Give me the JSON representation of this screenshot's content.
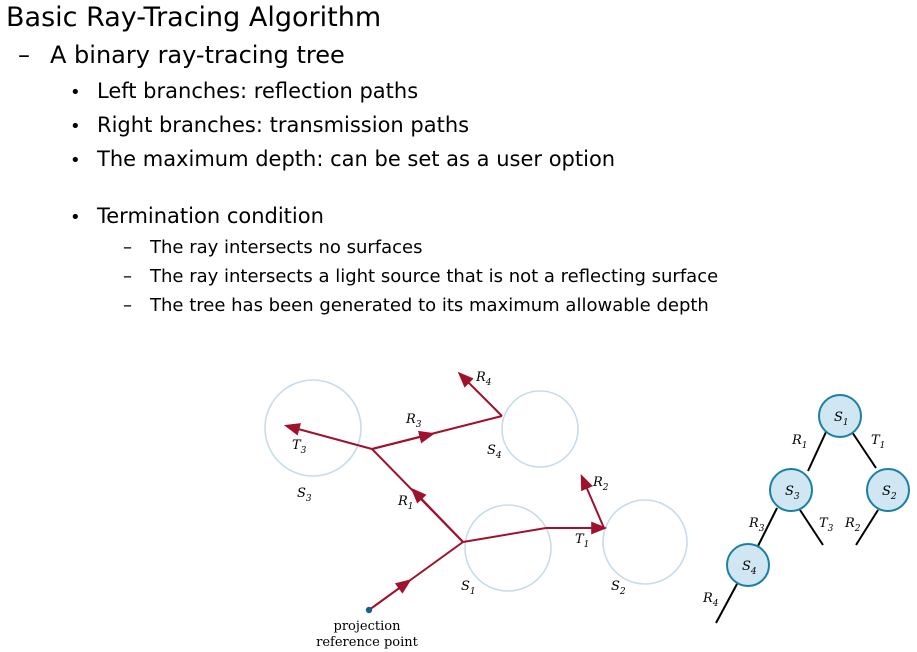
{
  "title": "Basic Ray-Tracing Algorithm",
  "level1": {
    "dash": "–",
    "text": "A binary ray-tracing tree"
  },
  "bullets": [
    "Left branches: reflection paths",
    "Right branches: transmission paths",
    "The maximum depth: can be set as a user option",
    "Termination condition"
  ],
  "sub_bullets": [
    "The ray intersects no surfaces",
    "The ray intersects a light source that is not a reflecting surface",
    "The tree has been generated to its maximum allowable depth"
  ],
  "colors": {
    "ray": "#a0112b",
    "sphere": "#c6dcea",
    "node_fill": "#d0e6f2",
    "node_stroke": "#1a7fa6"
  },
  "scene": {
    "projection_label_1": "projection",
    "projection_label_2": "reference point",
    "labels": {
      "R1": "R",
      "R1_sub": "1",
      "R2": "R",
      "R2_sub": "2",
      "R3": "R",
      "R3_sub": "3",
      "R4": "R",
      "R4_sub": "4",
      "T1": "T",
      "T1_sub": "1",
      "T3": "T",
      "T3_sub": "3",
      "S1": "S",
      "S1_sub": "1",
      "S2": "S",
      "S2_sub": "2",
      "S3": "S",
      "S3_sub": "3",
      "S4": "S",
      "S4_sub": "4"
    }
  },
  "tree": {
    "nodes": {
      "S1": "S",
      "S1_sub": "1",
      "S2": "S",
      "S2_sub": "2",
      "S3": "S",
      "S3_sub": "3",
      "S4": "S",
      "S4_sub": "4"
    },
    "edges": {
      "R1": "R",
      "R1_sub": "1",
      "T1": "T",
      "T1_sub": "1",
      "R3": "R",
      "R3_sub": "3",
      "T3": "T",
      "T3_sub": "3",
      "R2": "R",
      "R2_sub": "2",
      "R4": "R",
      "R4_sub": "4"
    }
  }
}
